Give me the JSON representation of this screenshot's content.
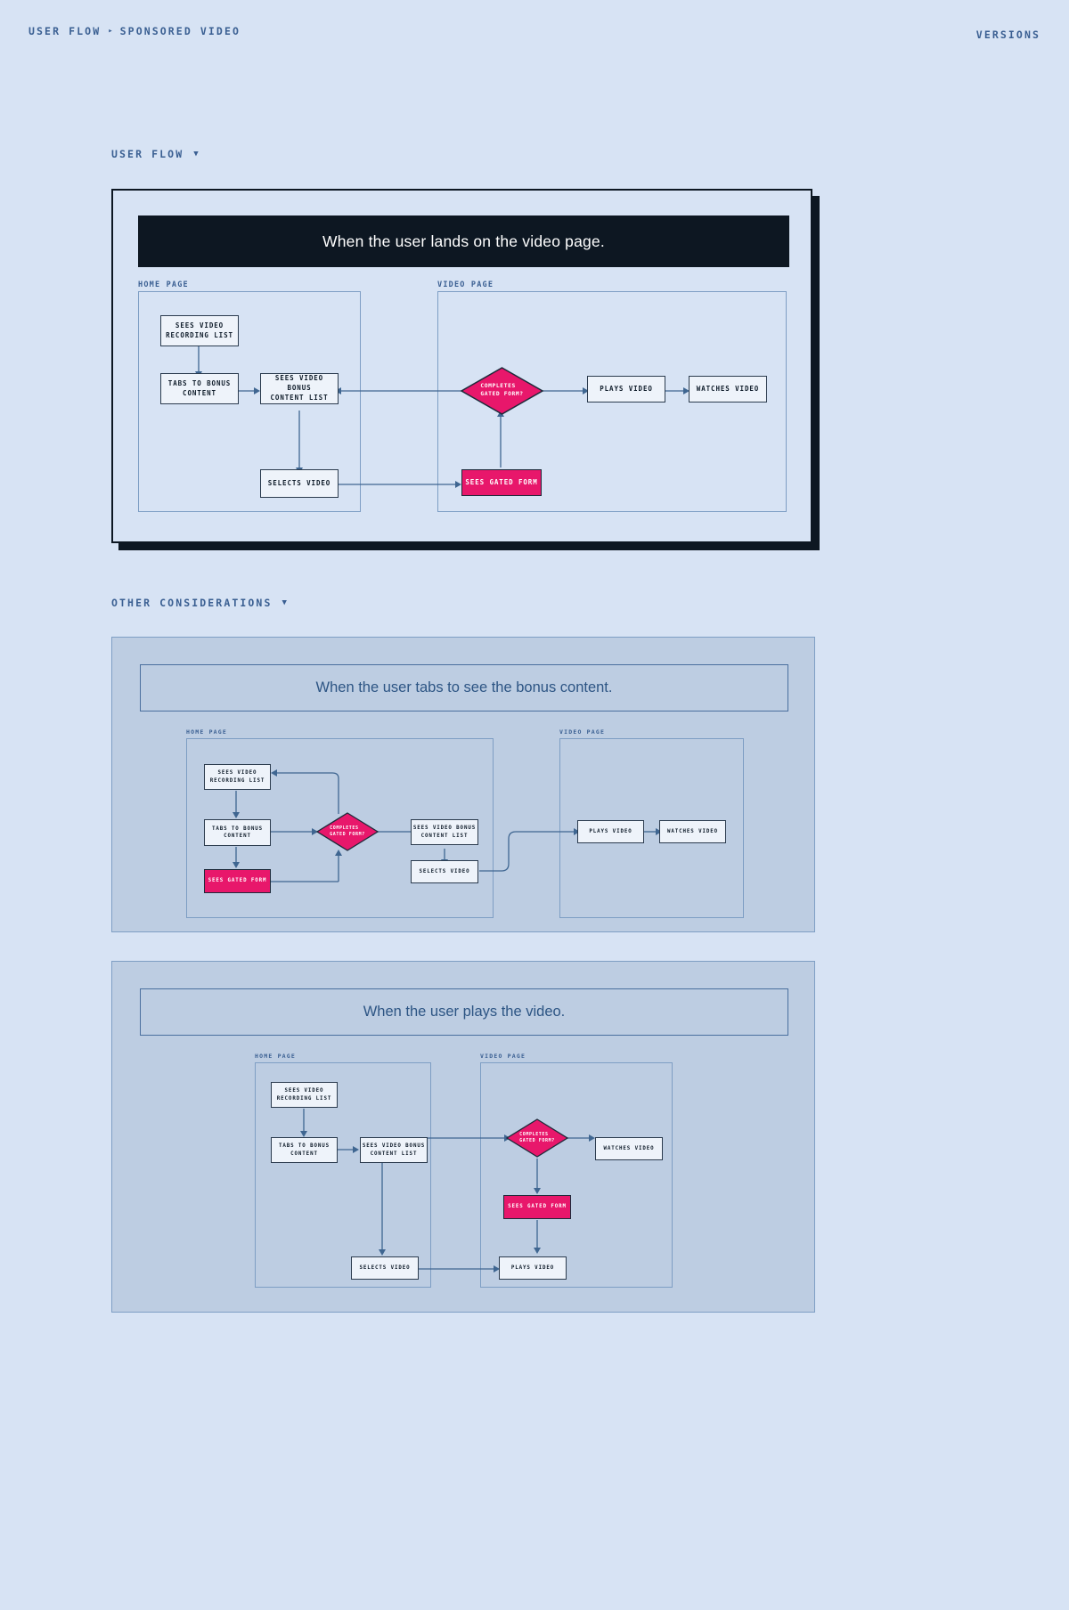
{
  "topbar": {
    "breadcrumb_root": "USER FLOW",
    "breadcrumb_separator": "▸",
    "breadcrumb_current": "SPONSORED VIDEO",
    "versions_label": "VERSIONS"
  },
  "sections": [
    {
      "label": "USER FLOW",
      "caret": "▼"
    },
    {
      "label": "OTHER CONSIDERATIONS",
      "caret": "▼"
    }
  ],
  "cards": [
    {
      "banner": "When the user lands on the video page.",
      "zones": [
        {
          "label": "HOME PAGE"
        },
        {
          "label": "VIDEO PAGE"
        }
      ],
      "nodes": [
        {
          "label": "SEES VIDEO\nRECORDING LIST"
        },
        {
          "label": "TABS TO BONUS\nCONTENT"
        },
        {
          "label": "SEES VIDEO BONUS\nCONTENT LIST"
        },
        {
          "label": "SELECTS VIDEO"
        },
        {
          "label": "COMPLETES\nGATED FORM?"
        },
        {
          "label": "SEES GATED FORM"
        },
        {
          "label": "PLAYS VIDEO"
        },
        {
          "label": "WATCHES VIDEO"
        }
      ]
    },
    {
      "banner": "When the user tabs to see the bonus content.",
      "zones": [
        {
          "label": "HOME PAGE"
        },
        {
          "label": "VIDEO PAGE"
        }
      ],
      "nodes": [
        {
          "label": "SEES VIDEO\nRECORDING LIST"
        },
        {
          "label": "TABS TO BONUS\nCONTENT"
        },
        {
          "label": "SEES GATED FORM"
        },
        {
          "label": "COMPLETES\nGATED FORM?"
        },
        {
          "label": "SEES VIDEO BONUS\nCONTENT LIST"
        },
        {
          "label": "SELECTS VIDEO"
        },
        {
          "label": "PLAYS VIDEO"
        },
        {
          "label": "WATCHES VIDEO"
        }
      ]
    },
    {
      "banner": "When the user plays the video.",
      "zones": [
        {
          "label": "HOME PAGE"
        },
        {
          "label": "VIDEO PAGE"
        }
      ],
      "nodes": [
        {
          "label": "SEES VIDEO\nRECORDING LIST"
        },
        {
          "label": "TABS TO BONUS\nCONTENT"
        },
        {
          "label": "SEES VIDEO BONUS\nCONTENT LIST"
        },
        {
          "label": "SELECTS VIDEO"
        },
        {
          "label": "COMPLETES\nGATED FORM?"
        },
        {
          "label": "SEES GATED FORM"
        },
        {
          "label": "PLAYS VIDEO"
        },
        {
          "label": "WATCHES VIDEO"
        }
      ]
    }
  ],
  "colors": {
    "page_background": "#d7e3f4",
    "dark": "#0d1722",
    "accent_pink": "#e8176b",
    "edge_blue": "#3f6691",
    "card_alt_background": "#bdcde2"
  }
}
